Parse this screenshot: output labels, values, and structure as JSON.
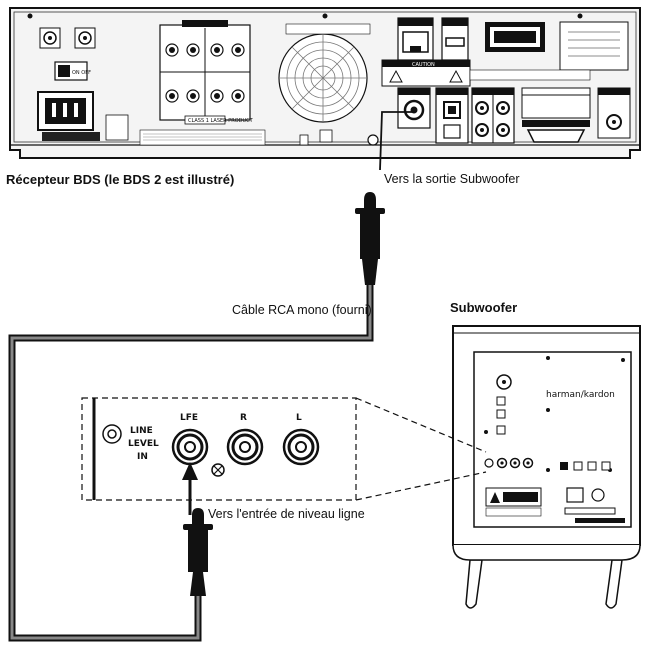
{
  "labels": {
    "receiver": "Récepteur BDS (le BDS 2 est illustré)",
    "sub_out": "Vers la sortie Subwoofer",
    "cable": "Câble RCA mono (fourni)",
    "subwoofer": "Subwoofer",
    "line_in": "Vers l'entrée de niveau ligne"
  },
  "panel": {
    "line": "LINE",
    "level": "LEVEL",
    "in": "IN",
    "lfe": "LFE",
    "r": "R",
    "l": "L"
  },
  "brand": "harman/kardon",
  "receiver_panel": {
    "caution": "CAUTION",
    "class1": "CLASS 1 LASER PRODUCT",
    "on_off": "ON OFF"
  },
  "colors": {
    "line": "#111111",
    "cable": "#555555",
    "background": "#ffffff"
  }
}
